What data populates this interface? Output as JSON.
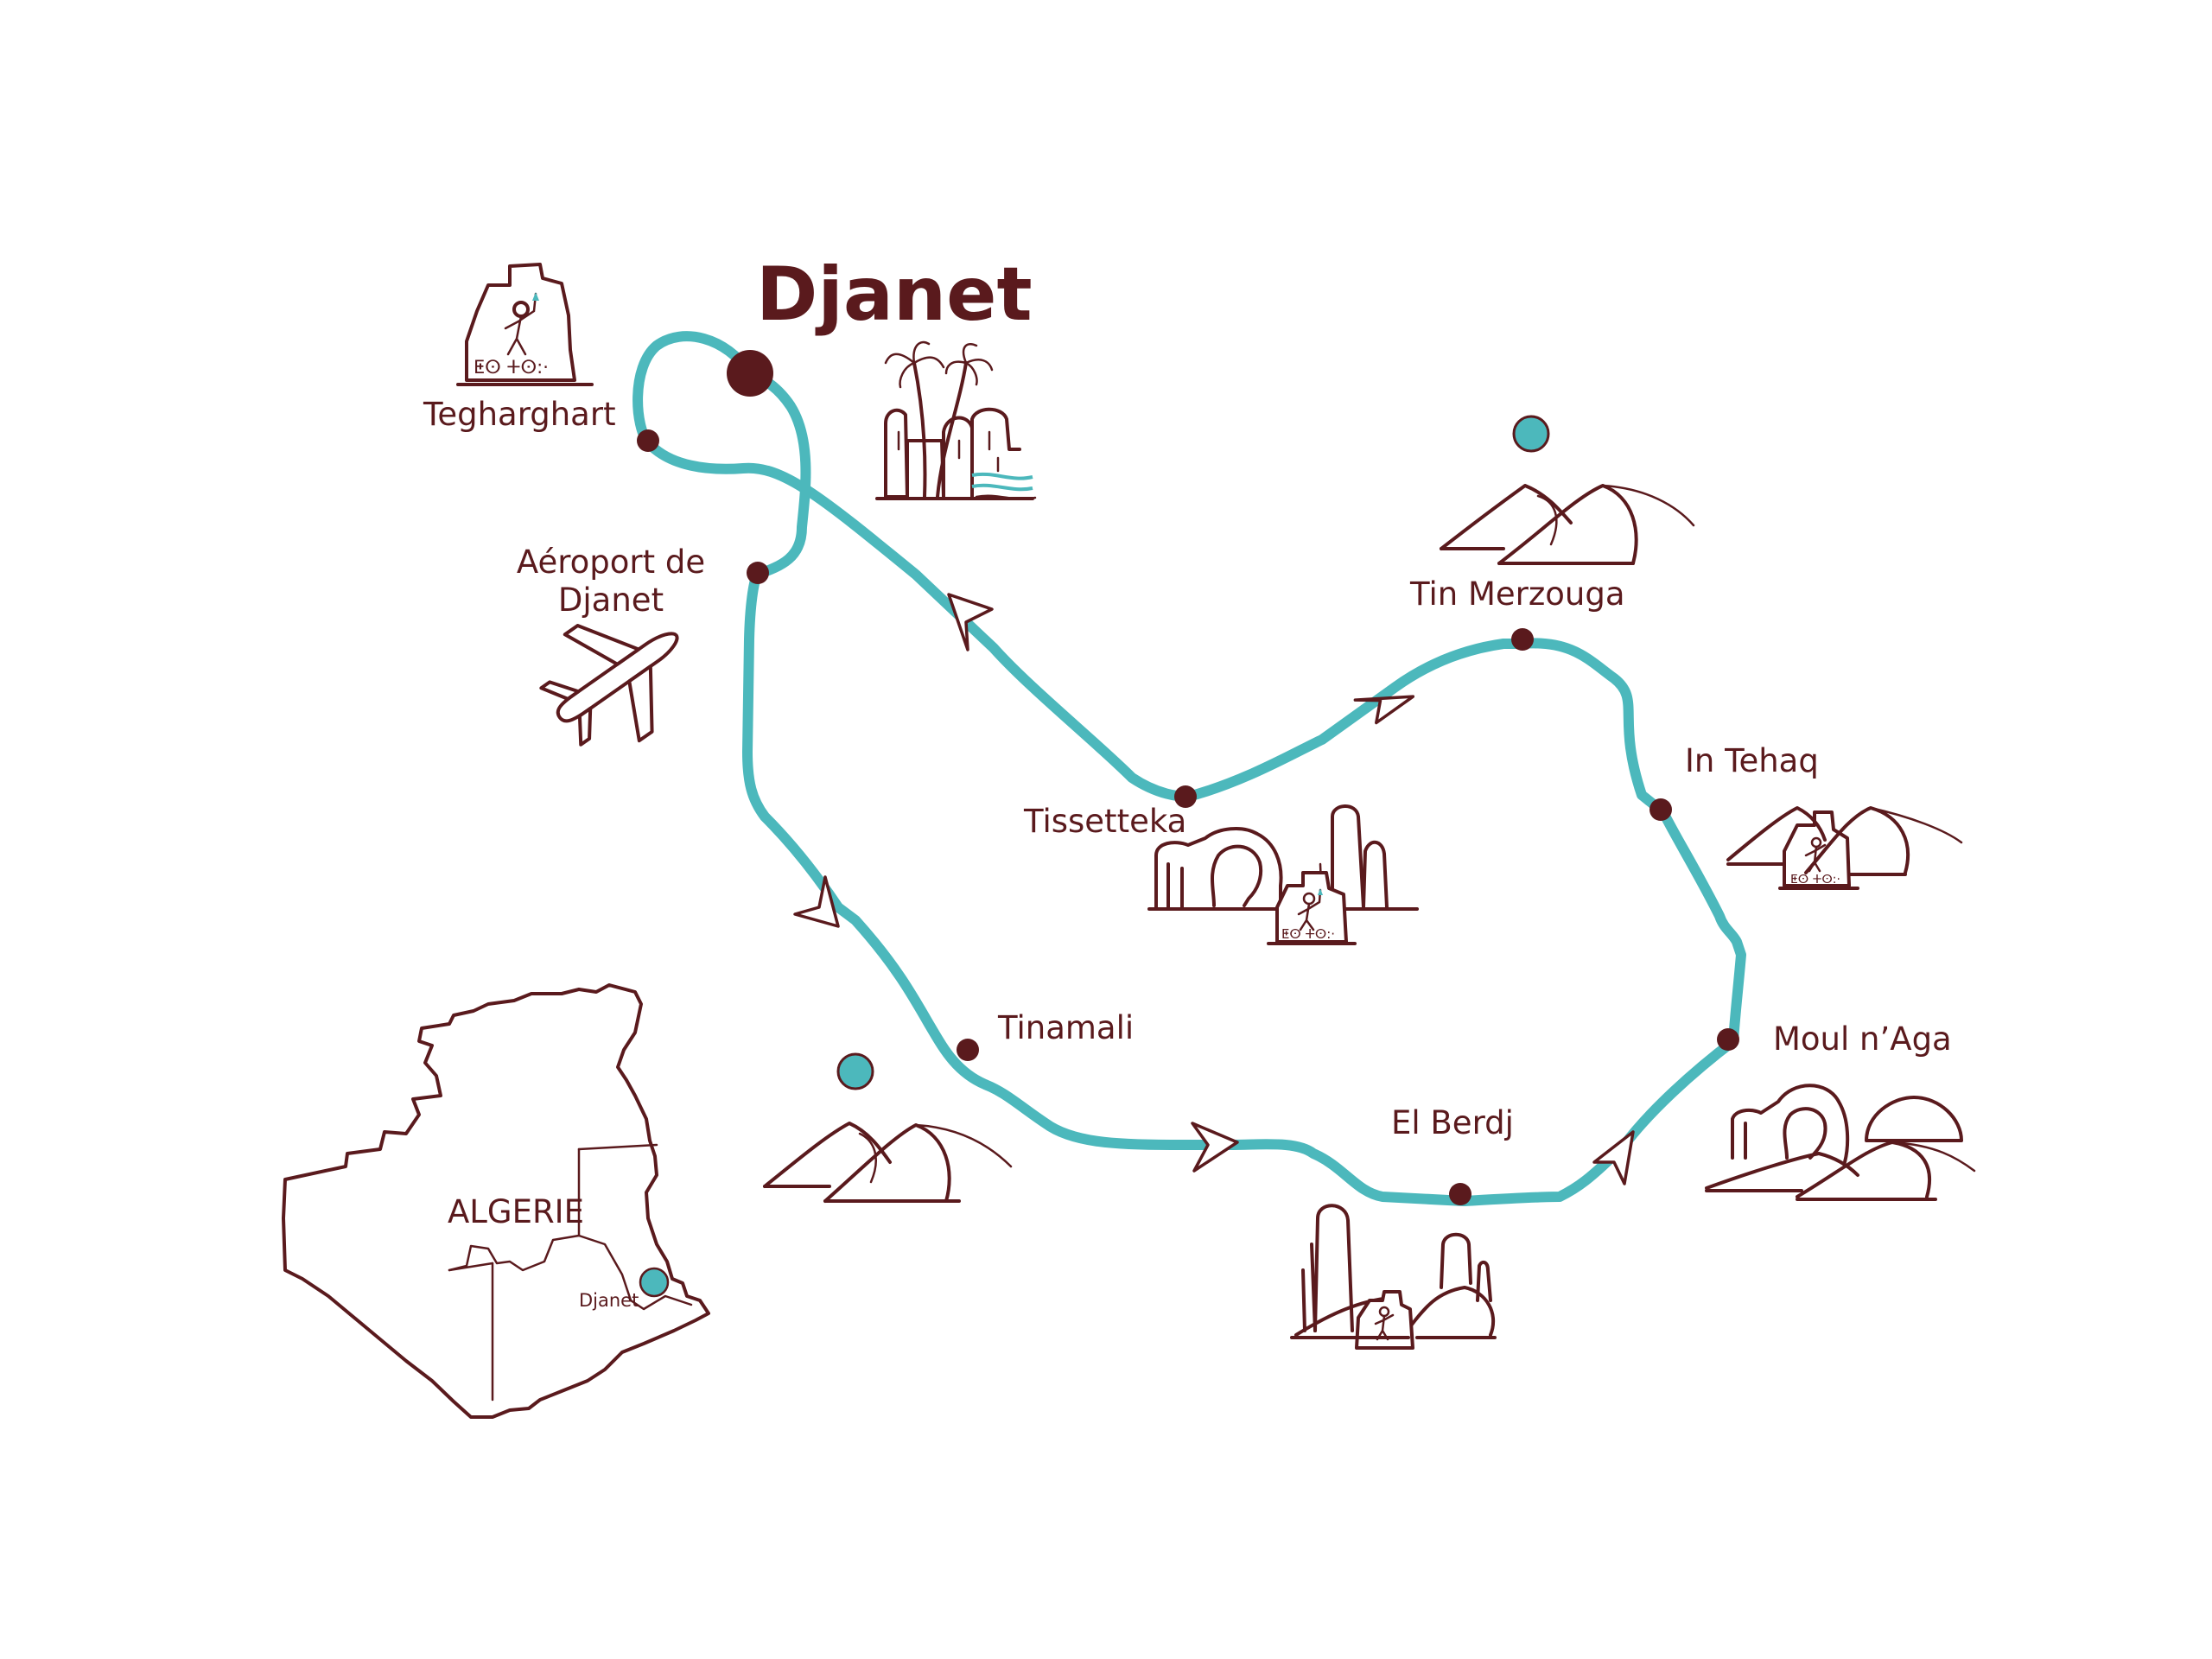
{
  "title": "Djanet",
  "stops": {
    "teghargart": "Tegharghart",
    "aeroport_line1": "Aéroport de",
    "aeroport_line2": "Djanet",
    "tin_merzouga": "Tin Merzouga",
    "in_tehaq": "In Tehaq",
    "tissetteka": "Tissetteka",
    "tinamali": "Tinamali",
    "moul_naga": "Moul n’Aga",
    "el_berdj": "El Berdj"
  },
  "inset": {
    "country": "ALGERIE",
    "city": "Djanet"
  },
  "icon_text": {
    "rock_inscription": "ⵟⵙ ⵜⵙ:·"
  },
  "colors": {
    "route": "#4cb8bc",
    "ink": "#5a1a1d",
    "background": "#ffffff"
  },
  "icons": [
    "rock-art-icon",
    "oasis-palm-icon",
    "airplane-icon",
    "dune-icon",
    "sun-icon",
    "rock-arch-icon",
    "rock-spires-icon",
    "algeria-map-icon"
  ]
}
